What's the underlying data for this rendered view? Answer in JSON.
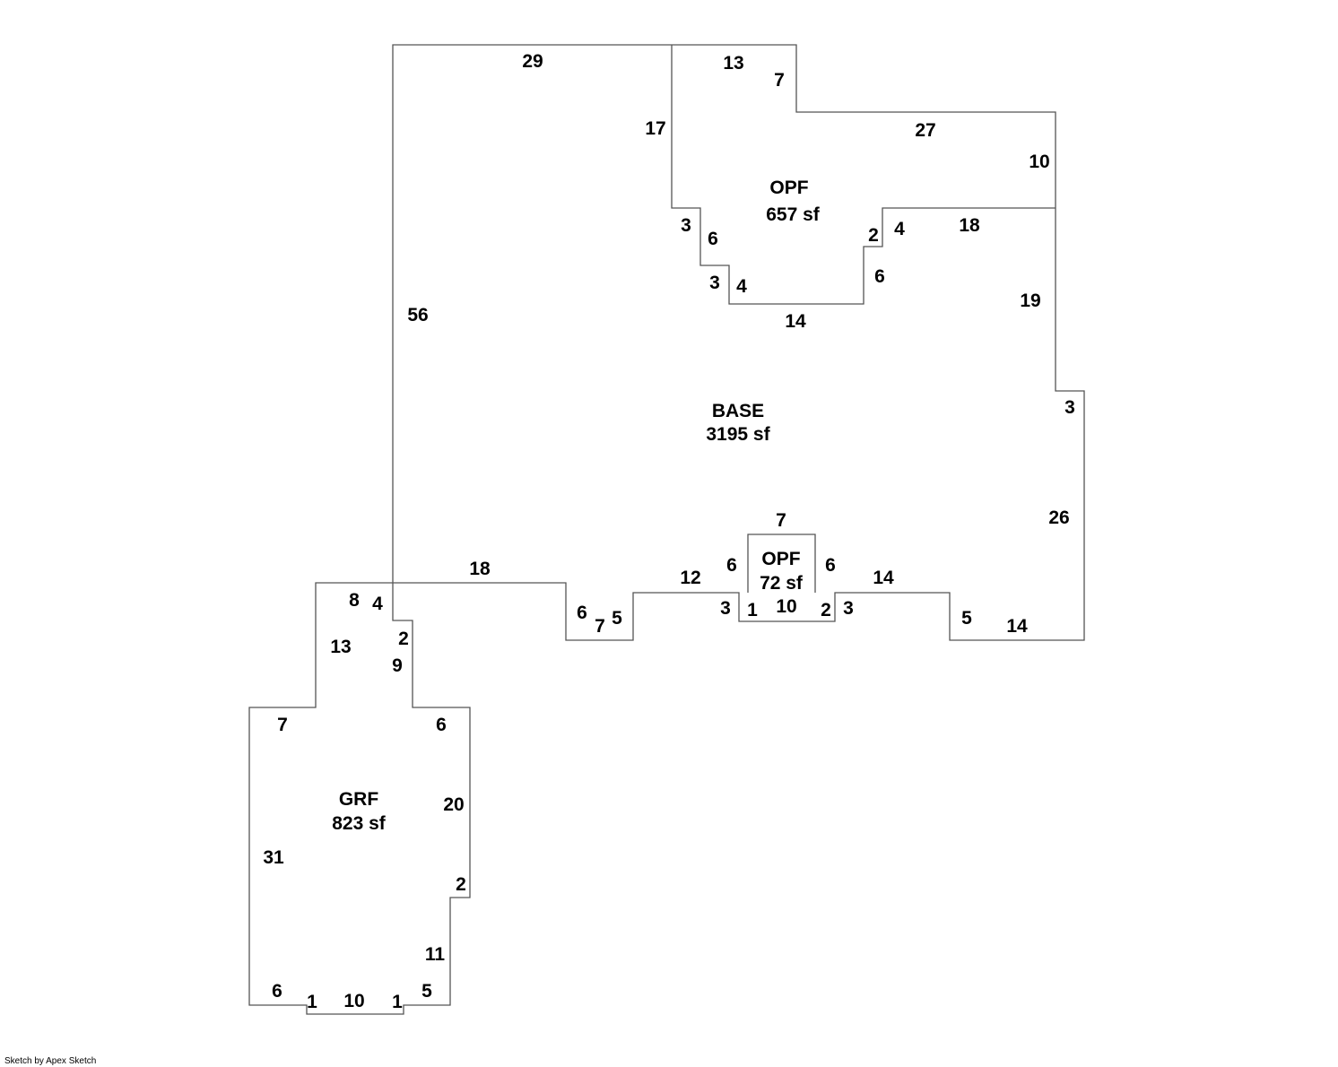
{
  "areas": {
    "base": {
      "name": "BASE",
      "size": "3195 sf"
    },
    "opf_large": {
      "name": "OPF",
      "size": "657 sf"
    },
    "opf_small": {
      "name": "OPF",
      "size": "72 sf"
    },
    "grf": {
      "name": "GRF",
      "size": "823 sf"
    }
  },
  "dimensions": [
    "29",
    "13",
    "7",
    "17",
    "27",
    "10",
    "3",
    "6",
    "2",
    "4",
    "18",
    "3",
    "4",
    "6",
    "14",
    "56",
    "19",
    "3",
    "26",
    "7",
    "6",
    "6",
    "12",
    "14",
    "18",
    "6",
    "7",
    "5",
    "3",
    "1",
    "10",
    "2",
    "3",
    "5",
    "14",
    "8",
    "4",
    "2",
    "13",
    "9",
    "7",
    "6",
    "20",
    "31",
    "2",
    "11",
    "6",
    "1",
    "10",
    "1",
    "5"
  ],
  "credit": "Sketch by Apex Sketch"
}
